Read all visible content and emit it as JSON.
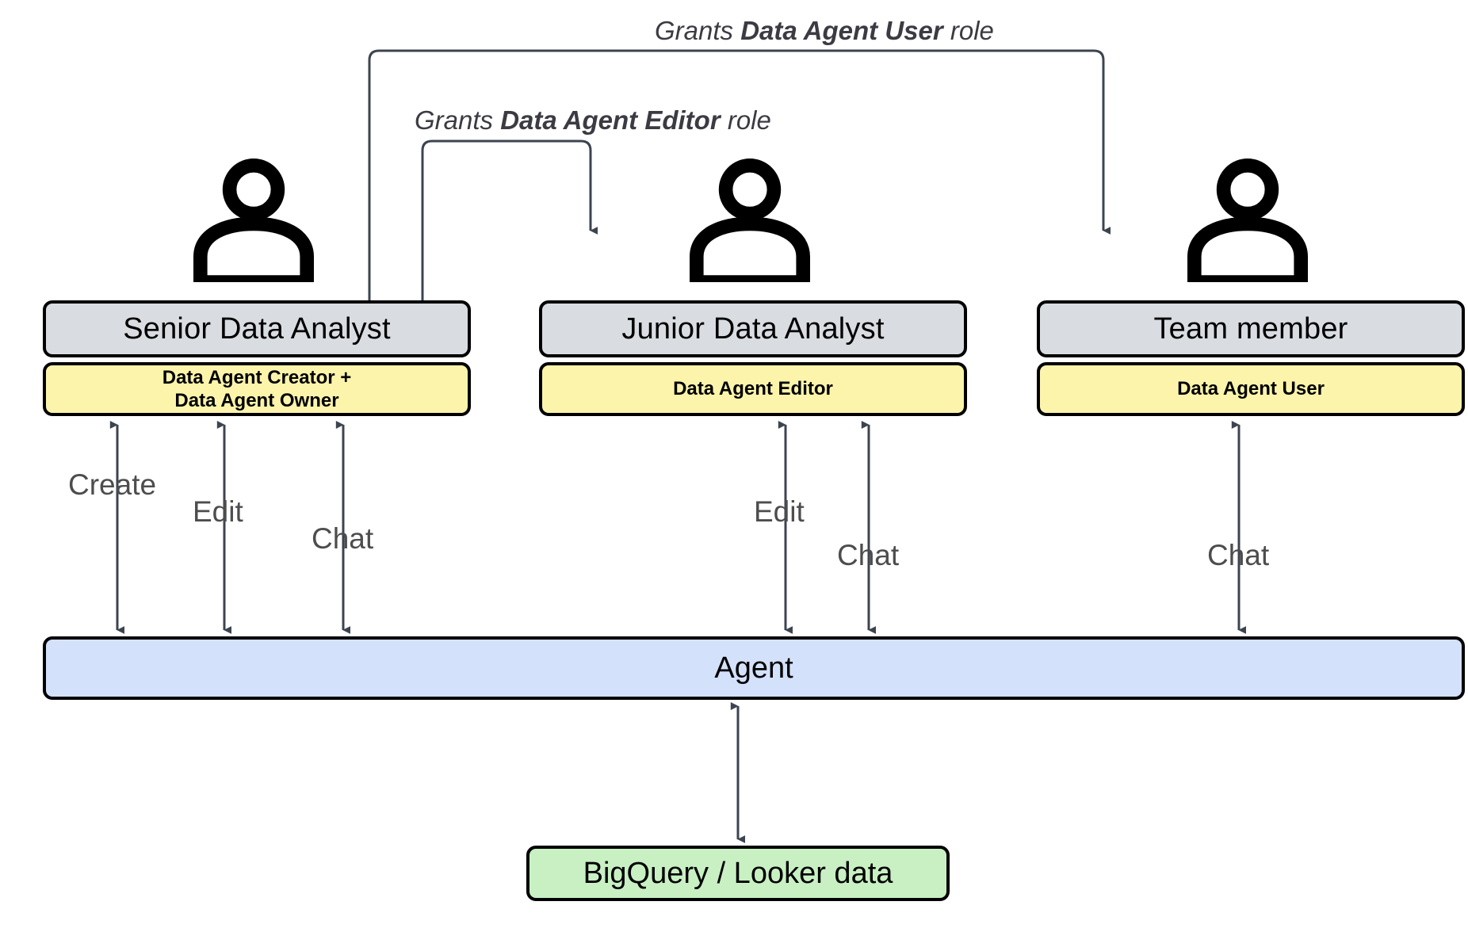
{
  "diagram": {
    "title": "Data Agent role permissions diagram",
    "colors": {
      "role_title_fill": "#d9dce1",
      "permission_fill": "#fdf4ab",
      "agent_fill": "#d4e1fb",
      "data_fill": "#c8f0c3",
      "stroke": "#000000",
      "connector": "#3d4450",
      "label_text": "#4d4d4d",
      "background": "#ffffff"
    },
    "personas": [
      {
        "id": "senior-data-analyst",
        "icon": "person-icon",
        "title": "Senior Data Analyst",
        "permission": "Data Agent Creator +\nData Agent Owner",
        "permission_line_1": "Data Agent Creator +",
        "permission_line_2": "Data Agent Owner",
        "actions": [
          "Create",
          "Edit",
          "Chat"
        ]
      },
      {
        "id": "junior-data-analyst",
        "icon": "person-icon",
        "title": "Junior Data Analyst",
        "permission": "Data Agent Editor",
        "permission_line_1": "Data Agent Editor",
        "permission_line_2": "",
        "actions": [
          "Edit",
          "Chat"
        ]
      },
      {
        "id": "team-member",
        "icon": "person-icon",
        "title": "Team member",
        "permission": "Data Agent User",
        "permission_line_1": "Data Agent User",
        "permission_line_2": "",
        "actions": [
          "Chat"
        ]
      }
    ],
    "grants": [
      {
        "id": "grant-data-agent-user",
        "prefix": "Grants ",
        "role": "Data Agent User",
        "suffix": " role",
        "from": "senior-data-analyst",
        "to": "team-member"
      },
      {
        "id": "grant-data-agent-editor",
        "prefix": "Grants ",
        "role": "Data Agent Editor",
        "suffix": " role",
        "from": "senior-data-analyst",
        "to": "junior-data-analyst"
      }
    ],
    "action_labels": {
      "senior_create": "Create",
      "senior_edit": "Edit",
      "senior_chat": "Chat",
      "junior_edit": "Edit",
      "junior_chat": "Chat",
      "team_chat": "Chat"
    },
    "agent": {
      "label": "Agent"
    },
    "data_source": {
      "label": "BigQuery / Looker data"
    }
  }
}
